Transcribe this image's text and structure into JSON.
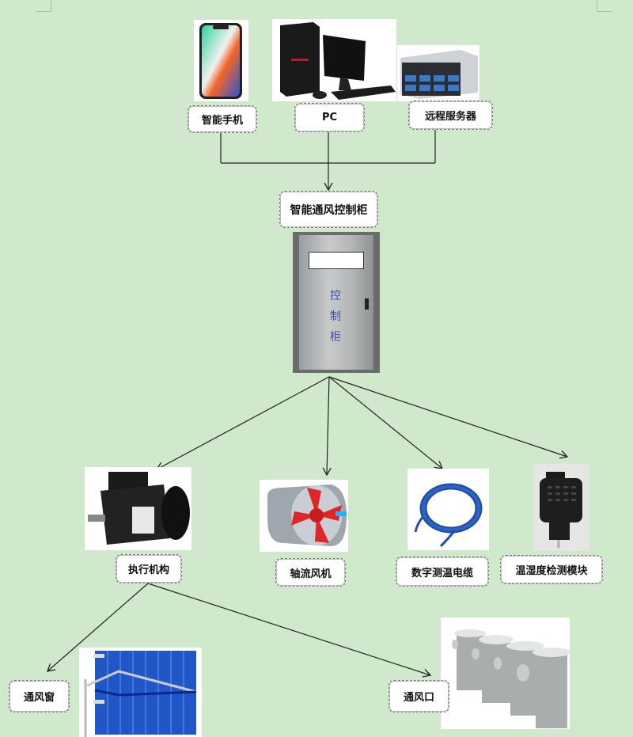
{
  "title": "智能通风控制系统结构图",
  "top_devices": [
    {
      "label": "智能手机",
      "icon": "smartphone-icon"
    },
    {
      "label": "PC",
      "icon": "desktop-pc-icon"
    },
    {
      "label": "远程服务器",
      "icon": "rack-server-icon"
    }
  ],
  "controller": {
    "label": "智能通风控制柜",
    "cabinet_text": [
      "控",
      "制",
      "柜"
    ]
  },
  "outputs": [
    {
      "label": "执行机构",
      "icon": "motor-icon"
    },
    {
      "label": "轴流风机",
      "icon": "axial-fan-icon"
    },
    {
      "label": "数字测温电缆",
      "icon": "cable-coil-icon"
    },
    {
      "label": "温湿度检测模块",
      "icon": "humidity-sensor-icon"
    }
  ],
  "actuator_outputs": [
    {
      "label": "通风窗",
      "icon": "vent-window-icon"
    },
    {
      "label": "通风口",
      "icon": "vent-duct-icon"
    }
  ],
  "colors": {
    "background": "#d0e8cb",
    "line": "#222222",
    "label_bg": "#ffffff"
  }
}
